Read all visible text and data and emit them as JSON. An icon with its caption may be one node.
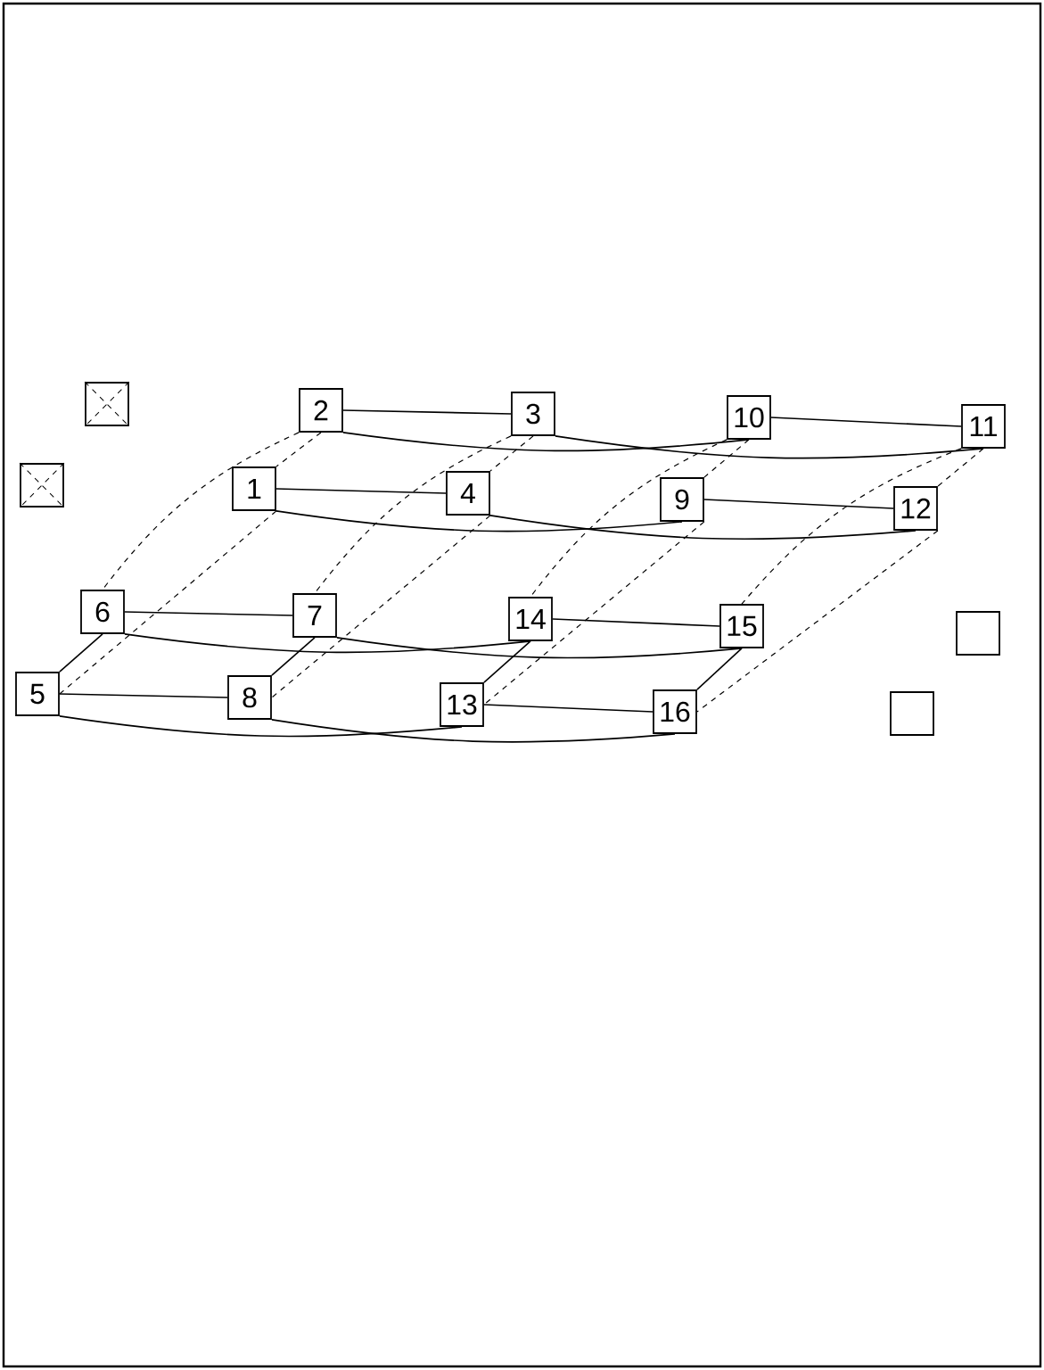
{
  "diagram": {
    "nodes": [
      {
        "text": [],
        "shape": "cross"
      },
      {
        "text": [
          "2"
        ]
      },
      {
        "text": [
          "3"
        ]
      },
      {
        "text": [
          "10"
        ]
      },
      {
        "text": [
          "11"
        ]
      },
      {
        "text": [],
        "shape": "cross"
      },
      {
        "text": [
          "1"
        ]
      },
      {
        "text": [
          "4"
        ]
      },
      {
        "text": [
          "9"
        ]
      },
      {
        "text": [
          "12"
        ]
      },
      {
        "text": [
          "6"
        ]
      },
      {
        "text": [
          "7"
        ]
      },
      {
        "text": [
          "14"
        ]
      },
      {
        "text": [
          "15"
        ]
      },
      {
        "text": [],
        "shape": "box"
      },
      {
        "text": [
          "5"
        ]
      },
      {
        "text": [
          "8"
        ]
      },
      {
        "text": [
          "13"
        ]
      },
      {
        "text": [
          "16"
        ]
      },
      {
        "text": [],
        "shape": "box"
      }
    ],
    "edges": [
      {
        "from": 1,
        "to": 2,
        "arrow": "none"
      },
      {
        "from": 6,
        "to": 7,
        "arrow": "none"
      },
      {
        "from": 3,
        "to": 4,
        "arrow": "none"
      },
      {
        "from": 8,
        "to": 9,
        "arrow": "none"
      },
      {
        "from": 10,
        "to": 11,
        "arrow": "none"
      },
      {
        "from": 15,
        "to": 16,
        "arrow": "none"
      },
      {
        "from": 12,
        "to": 13,
        "arrow": "none"
      },
      {
        "from": 17,
        "to": 18,
        "arrow": "none"
      },
      {
        "from": 1,
        "to": 3,
        "arrow": "none"
      },
      {
        "from": 2,
        "to": 4,
        "arrow": "none"
      },
      {
        "from": 6,
        "to": 8,
        "arrow": "none"
      },
      {
        "from": 7,
        "to": 9,
        "arrow": "none"
      },
      {
        "from": 10,
        "to": 12,
        "arrow": "none"
      },
      {
        "from": 11,
        "to": 13,
        "arrow": "none"
      },
      {
        "from": 15,
        "to": 17,
        "arrow": "none"
      },
      {
        "from": 16,
        "to": 18,
        "arrow": "none"
      },
      {
        "from": 1,
        "to": 6,
        "arrow": "none",
        "style": "dashed"
      },
      {
        "from": 1,
        "to": 10,
        "arrow": "none",
        "style": "dashed"
      },
      {
        "from": 6,
        "to": 15,
        "arrow": "none",
        "style": "dashed"
      },
      {
        "from": 2,
        "to": 7,
        "arrow": "none",
        "style": "dashed"
      },
      {
        "from": 2,
        "to": 11,
        "arrow": "none",
        "style": "dashed"
      },
      {
        "from": 7,
        "to": 16,
        "arrow": "none",
        "style": "dashed"
      },
      {
        "from": 3,
        "to": 8,
        "arrow": "none",
        "style": "dashed"
      },
      {
        "from": 3,
        "to": 12,
        "arrow": "none",
        "style": "dashed"
      },
      {
        "from": 8,
        "to": 17,
        "arrow": "none",
        "style": "dashed"
      },
      {
        "from": 4,
        "to": 9,
        "arrow": "none",
        "style": "dashed"
      },
      {
        "from": 4,
        "to": 13,
        "arrow": "none",
        "style": "dashed"
      },
      {
        "from": 9,
        "to": 18,
        "arrow": "none",
        "style": "dashed"
      },
      {
        "from": 10,
        "to": 15,
        "arrow": "none"
      },
      {
        "from": 11,
        "to": 16,
        "arrow": "none"
      },
      {
        "from": 12,
        "to": 17,
        "arrow": "none"
      },
      {
        "from": 13,
        "to": 18,
        "arrow": "none"
      }
    ]
  }
}
